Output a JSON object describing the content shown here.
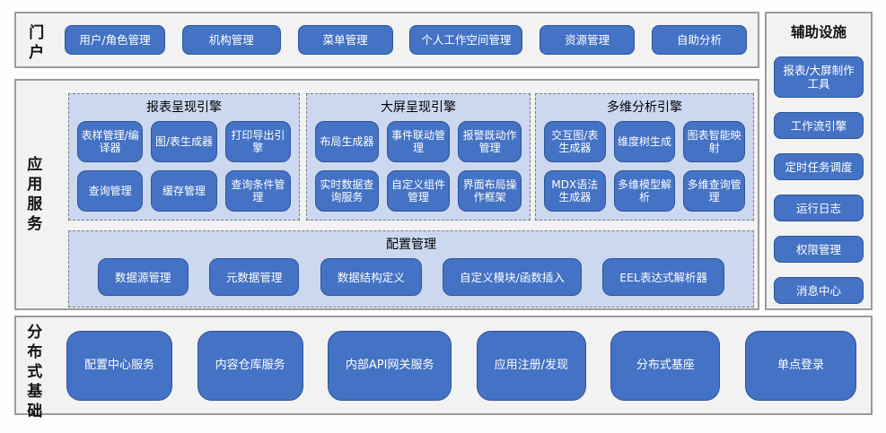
{
  "colors": {
    "accent_blue": "#4472c4",
    "button_border": "#2f5597",
    "panel_fill": "#ccd8f0",
    "panel_dash_border": "#7b7b7b",
    "section_fill": "#f2f2f2",
    "section_border": "#9b9b9b"
  },
  "portal": {
    "label": "门户",
    "items": [
      "用户/角色管理",
      "机构管理",
      "菜单管理",
      "个人工作空间管理",
      "资源管理",
      "自助分析"
    ]
  },
  "app_services": {
    "label": "应用服务",
    "engines": [
      {
        "title": "报表呈现引擎",
        "items": [
          "表样管理/编译器",
          "图/表生成器",
          "打印导出引擎",
          "查询管理",
          "缓存管理",
          "查询条件管理"
        ]
      },
      {
        "title": "大屏呈现引擎",
        "items": [
          "布局生成器",
          "事件联动管理",
          "报警既动作管理",
          "实时数据查询服务",
          "自定义组件管理",
          "界面布局操作框架"
        ]
      },
      {
        "title": "多维分析引擎",
        "items": [
          "交互图/表生成器",
          "维度树生成",
          "图表智能映射",
          "MDX语法生成器",
          "多维模型解析",
          "多维查询管理"
        ]
      }
    ],
    "config": {
      "title": "配置管理",
      "items": [
        "数据源管理",
        "元数据管理",
        "数据结构定义",
        "自定义模块/函数插入",
        "EEL表达式解析器"
      ]
    }
  },
  "auxiliary": {
    "title": "辅助设施",
    "items": [
      "报表/大屏制作工具",
      "工作流引擎",
      "定时任务调度",
      "运行日志",
      "权限管理",
      "消息中心"
    ]
  },
  "foundation": {
    "label": "分布式基础",
    "items": [
      "配置中心服务",
      "内容仓库服务",
      "内部API网关服务",
      "应用注册/发现",
      "分布式基座",
      "单点登录"
    ]
  }
}
